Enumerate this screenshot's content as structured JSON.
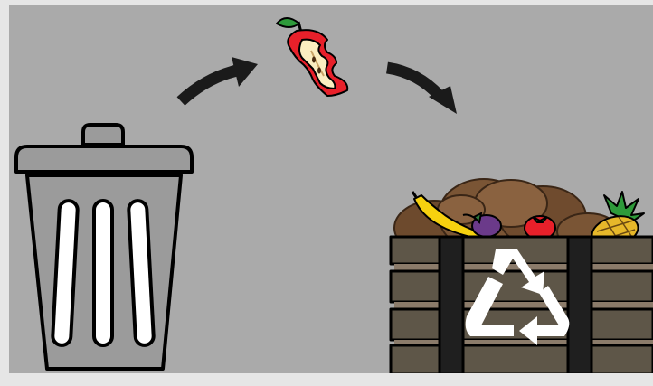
{
  "scene": {
    "background_color": "#aaaaaa",
    "frame_color": "#e6e6e6",
    "trash_can": {
      "icon": "trash-can-icon",
      "body_color": "#9b9b9b",
      "outline_color": "#000000",
      "slot_color": "#ffffff"
    },
    "apple_core": {
      "icon": "apple-core-icon",
      "skin_color": "#e8202a",
      "flesh_color": "#fbeec0",
      "leaf_color": "#2e9a3a"
    },
    "arrows": {
      "count": 2,
      "color": "#1a1a1a"
    },
    "compost_bin": {
      "icon": "compost-bin-icon",
      "plank_color": "#5e5648",
      "strap_color": "#1f1f1f",
      "compost_color": "#7a5535",
      "recycle_icon": "recycle-icon",
      "recycle_color": "#ffffff",
      "produce": [
        "banana",
        "eggplant",
        "tomato",
        "pineapple"
      ]
    }
  }
}
